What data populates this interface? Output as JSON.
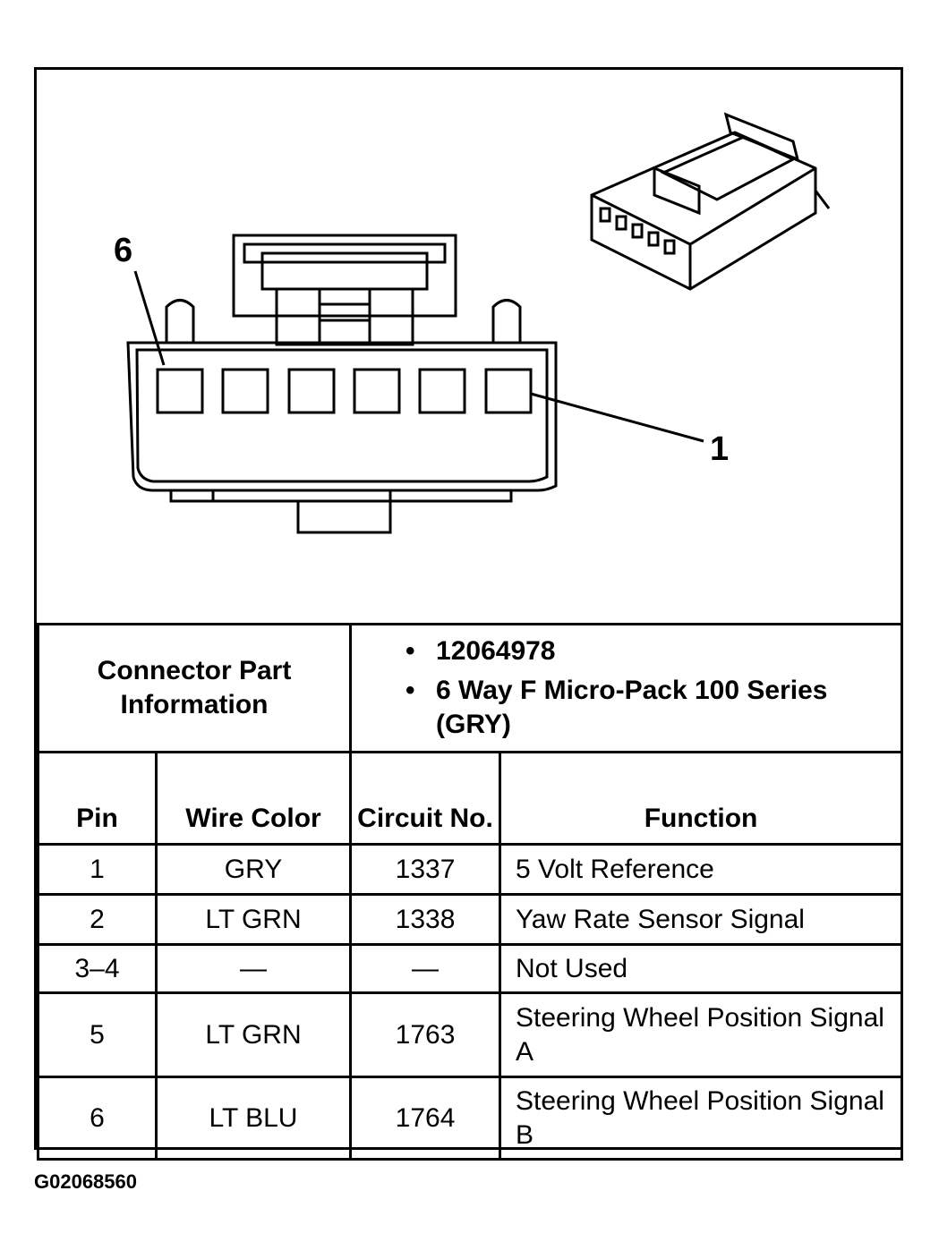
{
  "diagram": {
    "pin_label_left": "6",
    "pin_label_right": "1"
  },
  "connector_part_info": {
    "label": "Connector Part Information",
    "items": [
      {
        "bullet": "•",
        "text": "12064978"
      },
      {
        "bullet": "•",
        "text": "6 Way F Micro-Pack 100 Series (GRY)"
      }
    ]
  },
  "table": {
    "headers": [
      "Pin",
      "Wire Color",
      "Circuit No.",
      "Function"
    ],
    "rows": [
      {
        "pin": "1",
        "wire_color": "GRY",
        "circuit": "1337",
        "function": "5 Volt Reference"
      },
      {
        "pin": "2",
        "wire_color": "LT GRN",
        "circuit": "1338",
        "function": "Yaw Rate Sensor Signal"
      },
      {
        "pin": "3–4",
        "wire_color": "—",
        "circuit": "—",
        "function": "Not Used"
      },
      {
        "pin": "5",
        "wire_color": "LT GRN",
        "circuit": "1763",
        "function": "Steering Wheel Position Signal A"
      },
      {
        "pin": "6",
        "wire_color": "LT BLU",
        "circuit": "1764",
        "function": "Steering Wheel Position Signal B"
      }
    ]
  },
  "reference_code": "G02068560"
}
